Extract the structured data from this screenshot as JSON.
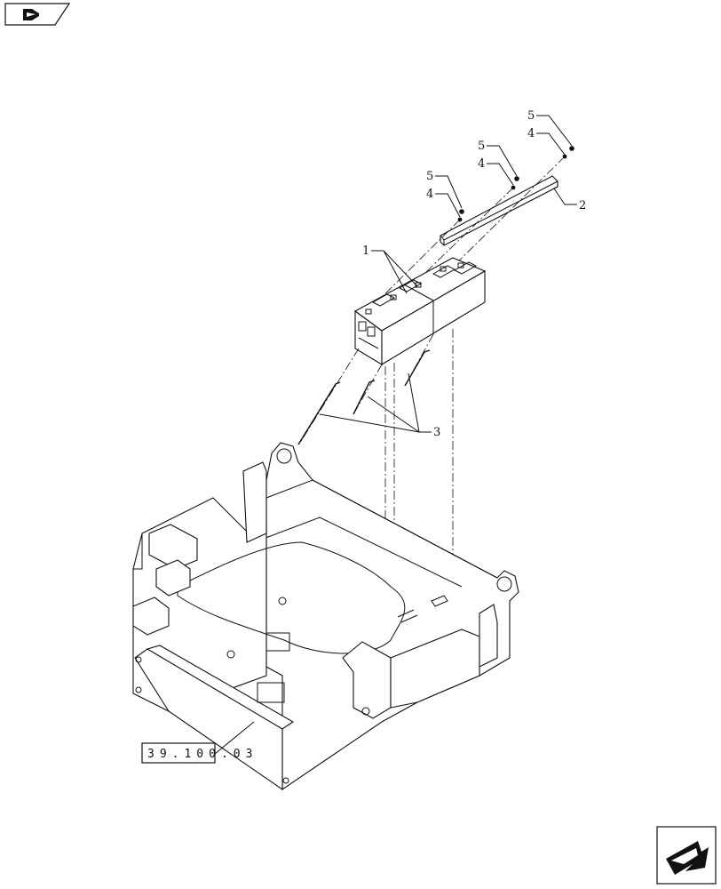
{
  "icons": {
    "top_left": "back-arrow-icon",
    "bottom_right": "next-arrow-icon"
  },
  "callouts": {
    "item_1": "1",
    "item_2": "2",
    "item_3": "3",
    "item_4a": "4",
    "item_4b": "4",
    "item_4c": "4",
    "item_5a": "5",
    "item_5b": "5",
    "item_5c": "5"
  },
  "reference": {
    "label": "39.100.03"
  }
}
